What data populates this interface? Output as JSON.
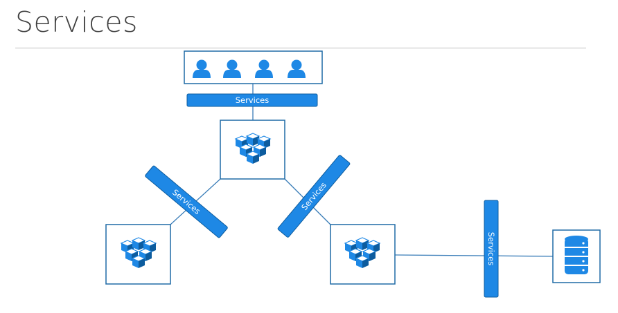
{
  "title": "Services",
  "colors": {
    "accent": "#1e88e5",
    "accent_dark": "#0d5c9e",
    "box_border": "#1f6aa5",
    "line": "#3a7db8",
    "title_text": "#404040"
  },
  "diagram": {
    "service_labels": [
      "Services",
      "Services",
      "Services",
      "Services"
    ],
    "users_group": {
      "icon": "users-icon",
      "count": 4
    },
    "pod_nodes": [
      {
        "icon": "cubes-icon"
      },
      {
        "icon": "cubes-icon"
      },
      {
        "icon": "cubes-icon"
      }
    ],
    "database": {
      "icon": "database-icon"
    }
  }
}
